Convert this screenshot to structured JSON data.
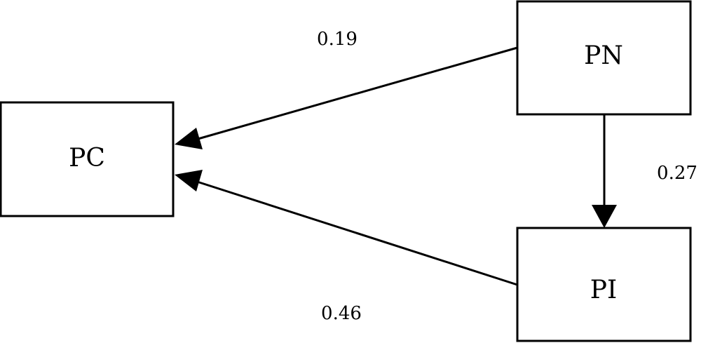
{
  "nodes": {
    "pc": {
      "label": "PC"
    },
    "pn": {
      "label": "PN"
    },
    "pi": {
      "label": "PI"
    }
  },
  "edges": {
    "pn_to_pc": {
      "from": "PN",
      "to": "PC",
      "coefficient": "0.19"
    },
    "pi_to_pc": {
      "from": "PI",
      "to": "PC",
      "coefficient": "0.46"
    },
    "pn_to_pi": {
      "from": "PN",
      "to": "PI",
      "coefficient": "0.27"
    }
  },
  "colors": {
    "stroke": "#000000",
    "background": "#ffffff"
  }
}
